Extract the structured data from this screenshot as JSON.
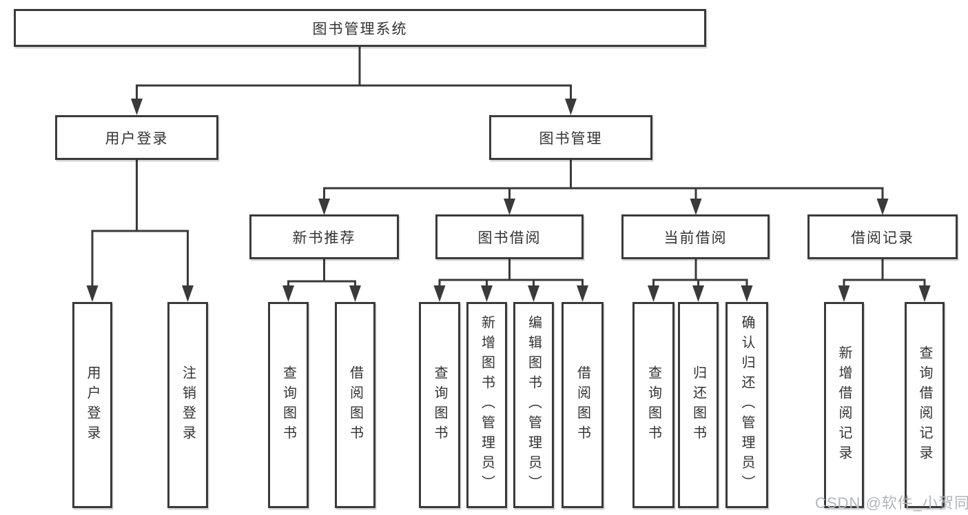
{
  "diagram": {
    "title_node": {
      "label": "图书管理系统"
    },
    "level2": [
      {
        "label": "用户登录"
      },
      {
        "label": "图书管理"
      }
    ],
    "level3": [
      {
        "label": "新书推荐"
      },
      {
        "label": "图书借阅"
      },
      {
        "label": "当前借阅"
      },
      {
        "label": "借阅记录"
      }
    ],
    "leaves": {
      "user_login": [
        {
          "label": "用户登录"
        },
        {
          "label": "注销登录"
        }
      ],
      "new_books": [
        {
          "label": "查询图书"
        },
        {
          "label": "借阅图书"
        }
      ],
      "book_borrowing": [
        {
          "label": "查询图书"
        },
        {
          "label": "新增图书（管理员）"
        },
        {
          "label": "编辑图书（管理员）"
        },
        {
          "label": "借阅图书"
        }
      ],
      "current_borrowing": [
        {
          "label": "查询图书"
        },
        {
          "label": "归还图书"
        },
        {
          "label": "确认归还（管理员）"
        }
      ],
      "borrowing_records": [
        {
          "label": "新增借阅记录"
        },
        {
          "label": "查询借阅记录"
        }
      ]
    }
  },
  "watermark": {
    "text": "CSDN @软件_小贺同学"
  },
  "colors": {
    "line": "#3a3a3a",
    "box_border": "#3a3a3a",
    "text": "#333333",
    "background": "#ffffff",
    "watermark": "#b2b6ba"
  }
}
